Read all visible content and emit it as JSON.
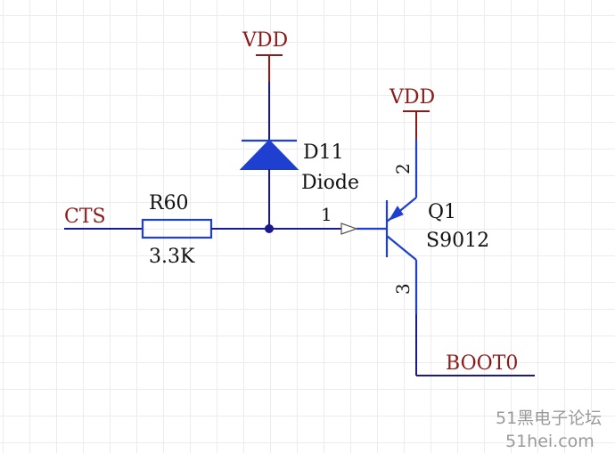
{
  "power": {
    "vdd_top": "VDD",
    "vdd_right": "VDD"
  },
  "nets": {
    "cts": "CTS",
    "boot0": "BOOT0"
  },
  "diode": {
    "ref": "D11",
    "value": "Diode"
  },
  "resistor": {
    "ref": "R60",
    "value": "3.3K"
  },
  "transistor": {
    "ref": "Q1",
    "value": "S9012",
    "pin_base": "1",
    "pin_emitter": "2",
    "pin_collector": "3"
  },
  "watermark": {
    "line1": "51黑电子论坛",
    "line2": "51hei.com"
  },
  "colors": {
    "wire": "#1a1a8c",
    "power": "#8b1a1a",
    "component": "#1f3fd0",
    "grid": "#ececec"
  }
}
